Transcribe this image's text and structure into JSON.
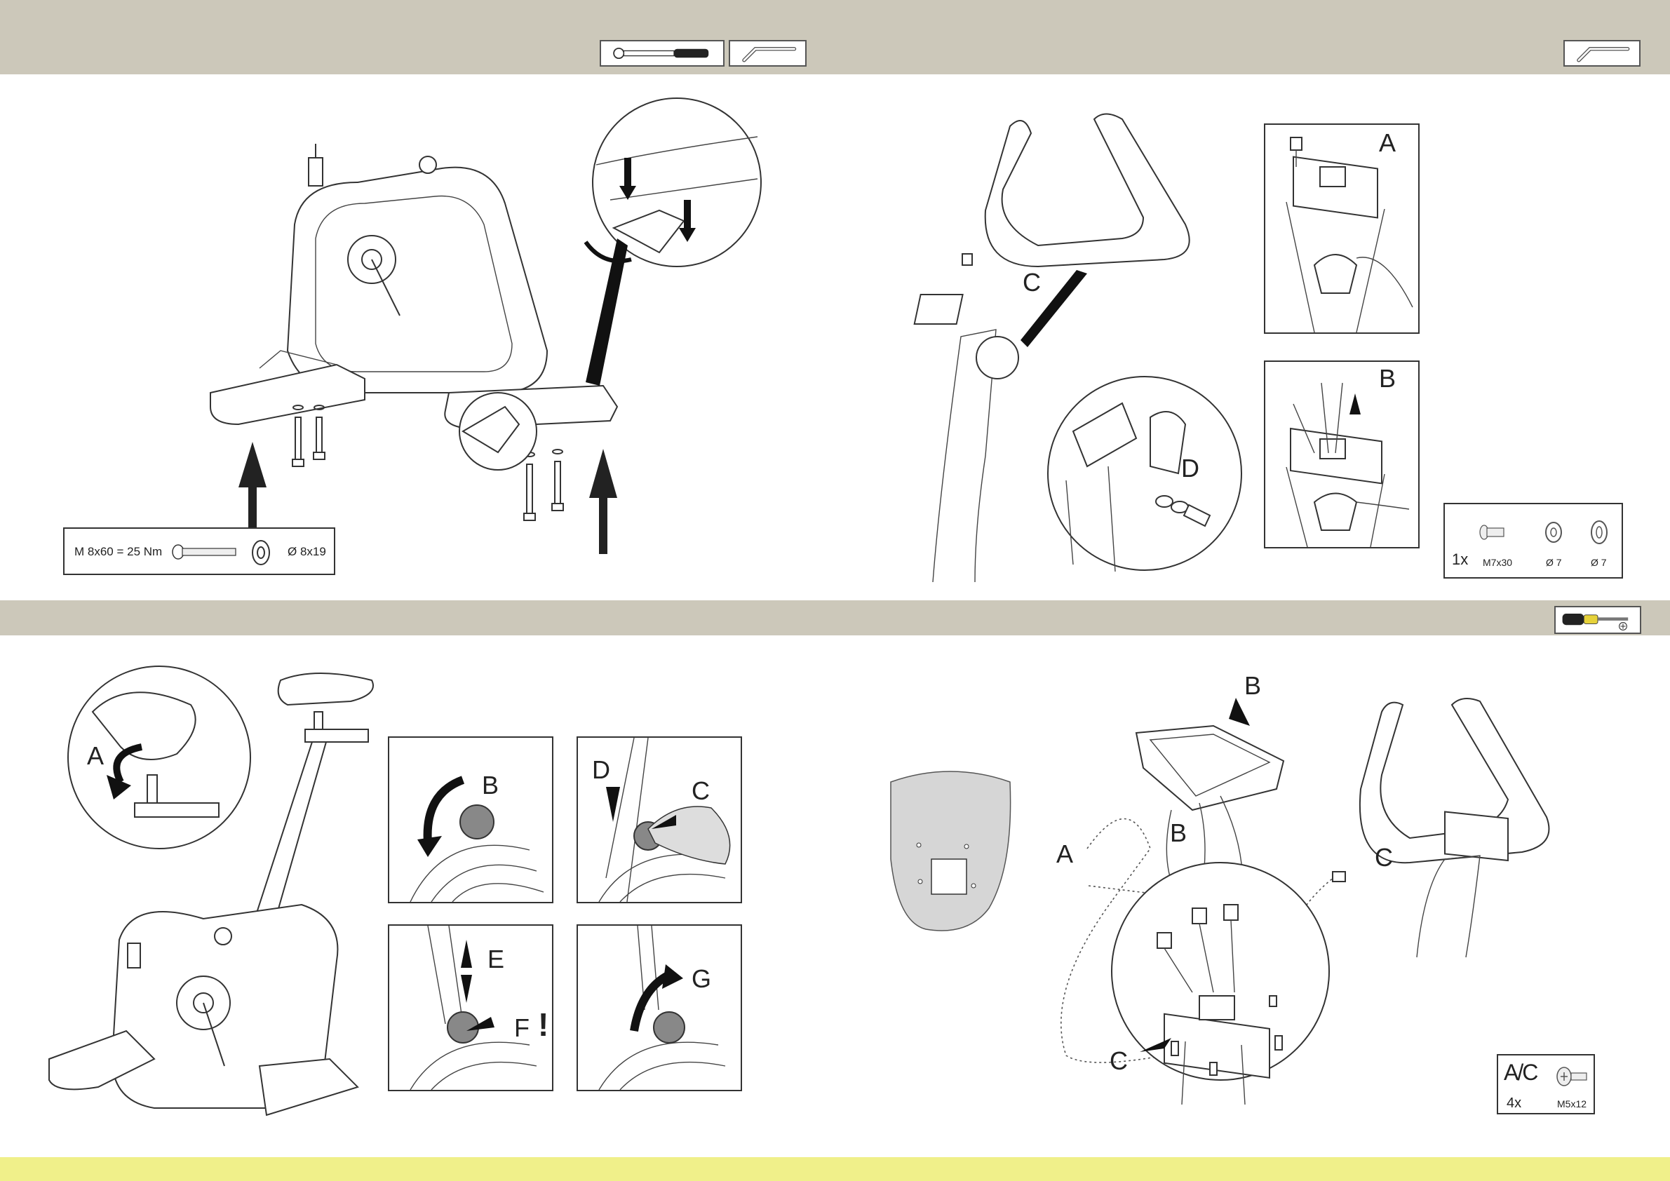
{
  "step1": {
    "spec": {
      "bolt": "M 8x60 = 25 Nm",
      "washer": "Ø 8x19"
    },
    "tools": [
      {
        "name": "torque-wrench-icon"
      },
      {
        "name": "allen-key-icon"
      }
    ]
  },
  "step2": {
    "labels": {
      "a": "A",
      "b": "B",
      "c": "C",
      "d": "D"
    },
    "legend": {
      "qty": "1x",
      "bolt": "M7x30",
      "washer1": "Ø 7",
      "washer2": "Ø 7"
    },
    "tools": [
      {
        "name": "allen-key-icon"
      }
    ]
  },
  "step3": {
    "labels": {
      "a": "A",
      "b": "B",
      "c": "C",
      "d": "D",
      "e": "E",
      "f": "F",
      "warn": "!",
      "g": "G"
    }
  },
  "step4": {
    "labels": {
      "a": "A",
      "b1": "B",
      "b2": "B",
      "c1": "C",
      "c2": "C"
    },
    "legend": {
      "ref": "A/C",
      "qty": "4x",
      "screw": "M5x12"
    },
    "tools": [
      {
        "name": "screwdriver-icon"
      }
    ]
  },
  "colors": {
    "band": "#ccc8ba",
    "footer": "#f0f08a"
  }
}
